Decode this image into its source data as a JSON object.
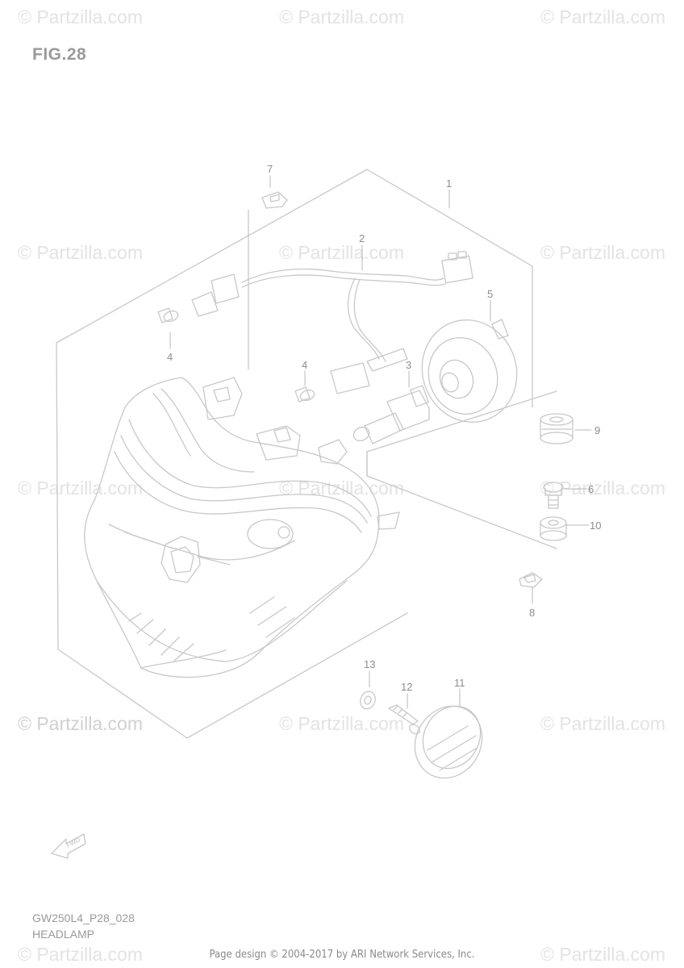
{
  "figure": {
    "title": "FIG.28",
    "model_code": "GW250L4_P28_028",
    "name": "HEADLAMP"
  },
  "footer": "Page design © 2004-2017 by ARI Network Services, Inc.",
  "watermark": "© Partzilla.com",
  "callouts": {
    "c1": "1",
    "c2": "2",
    "c3": "3",
    "c4a": "4",
    "c4b": "4",
    "c5": "5",
    "c6": "6",
    "c7": "7",
    "c8": "8",
    "c9": "9",
    "c10": "10",
    "c11": "11",
    "c12": "12",
    "c13": "13"
  },
  "colors": {
    "line": "#c8c8c8",
    "label": "#8c8c8c",
    "watermark": "#e3e3e3"
  }
}
